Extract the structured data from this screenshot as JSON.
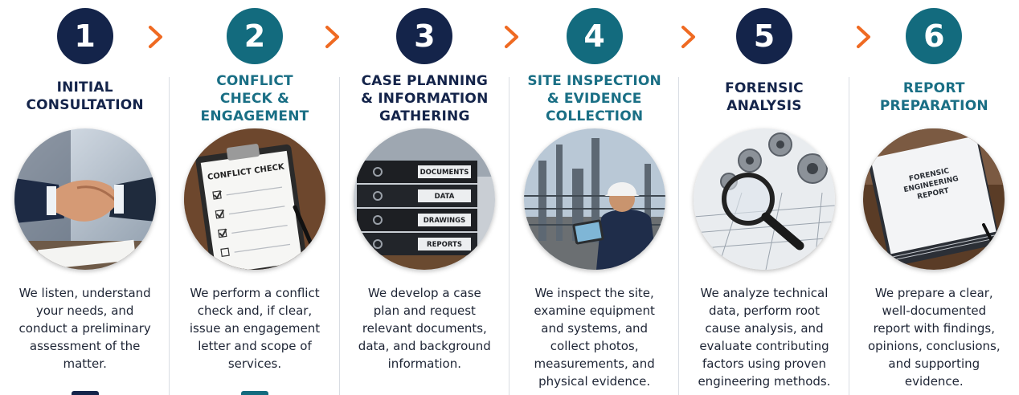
{
  "steps": [
    {
      "number": "1",
      "title": "INITIAL\nCONSULTATION",
      "description": "We listen, understand\nyour needs, and\nconduct a preliminary\nassessment of the\nmatter.",
      "image": "handshake-photo",
      "theme_color": "#14244a"
    },
    {
      "number": "2",
      "title": "CONFLICT\nCHECK &\nENGAGEMENT",
      "description": "We perform a conflict\ncheck and, if clear,\nissue an engagement\nletter and scope of\nservices.",
      "image": "conflict-check-clipboard-photo",
      "image_text": "CONFLICT CHECK",
      "theme_color": "#136b7e"
    },
    {
      "number": "3",
      "title": "CASE PLANNING\n& INFORMATION\nGATHERING",
      "description": "We develop a case\nplan and request\nrelevant documents,\ndata, and background\ninformation.",
      "image": "binders-photo",
      "binder_labels": [
        "DOCUMENTS",
        "DATA",
        "DRAWINGS",
        "REPORTS"
      ],
      "theme_color": "#14244a"
    },
    {
      "number": "4",
      "title": "SITE INSPECTION\n& EVIDENCE\nCOLLECTION",
      "description": "We inspect the site,\nexamine equipment\nand systems, and\ncollect photos,\nmeasurements, and\nphysical evidence.",
      "image": "site-inspector-photo",
      "theme_color": "#136b7e"
    },
    {
      "number": "5",
      "title": "FORENSIC\nANALYSIS",
      "description": "We analyze technical\ndata, perform root\ncause analysis, and\nevaluate contributing\nfactors using proven\nengineering methods.",
      "image": "magnifier-parts-photo",
      "theme_color": "#14244a"
    },
    {
      "number": "6",
      "title": "REPORT\nPREPARATION",
      "description": "We prepare a clear,\nwell-documented\nreport with findings,\nopinions, conclusions,\nand supporting\nevidence.",
      "image": "report-binder-photo",
      "image_text": [
        "FORENSIC",
        "ENGINEERING",
        "REPORT"
      ],
      "theme_color": "#136b7e"
    }
  ],
  "arrow_icon": "chevron-right-icon",
  "arrow_color": "#ef6a22"
}
